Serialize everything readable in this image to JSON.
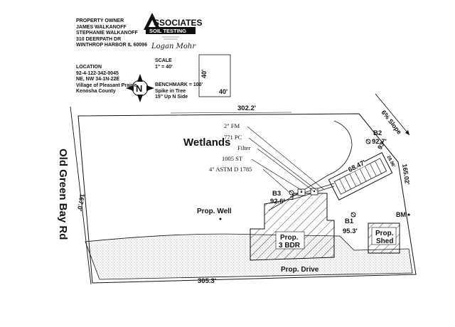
{
  "owner": {
    "heading": "PROPERTY OWNER",
    "name1": "JAMES WALKANOFF",
    "name2": "STEPHANIE WALKANOFF",
    "address1": "310 DEERPATH DR",
    "address2": "WINTHROP HARBOR IL 60096"
  },
  "location": {
    "heading": "LOCATION",
    "parcel": "92-4-122-342-0045",
    "section": "NE, NW 34-1N-22E",
    "village": "Village of Pleasant Prairie",
    "county": "Kenosha County"
  },
  "company": {
    "name_line1": "SSOCIATES",
    "name_line2": "SOIL TESTING",
    "signature": "Logan Mohr"
  },
  "scale": {
    "label": "SCALE",
    "value": "1\" = 40'",
    "box_side": "40'",
    "box_bottom": "40'"
  },
  "north_letter": "N",
  "benchmark": {
    "line1": "BENCHMARK = 100'",
    "line2": "Spike in Tree",
    "line3": "15\" Up N Side",
    "marker": "BM"
  },
  "dims": {
    "top": "302.2'",
    "bottom": "305.3'",
    "left": "167.0'",
    "right": "165.02'",
    "bed_length": "68.47'",
    "bed_width": "28.96'",
    "slope": "6% Slope"
  },
  "road": "Old Green Bay Rd",
  "wetlands": "Wetlands",
  "callouts": [
    "2\" FM",
    "771 PC",
    "Filter",
    "1005 ST",
    "4\" ASTM D 1785"
  ],
  "borings": [
    {
      "id": "B2",
      "elev": "92.7'"
    },
    {
      "id": "B3",
      "elev": "92.6'"
    },
    {
      "id": "B1",
      "elev": "95.3'"
    }
  ],
  "bed_elev": "93'",
  "features": {
    "well": "Prop. Well",
    "house_line1": "Prop.",
    "house_line2": "3 BDR",
    "shed_line1": "Prop.",
    "shed_line2": "Shed",
    "drive": "Prop. Drive"
  }
}
